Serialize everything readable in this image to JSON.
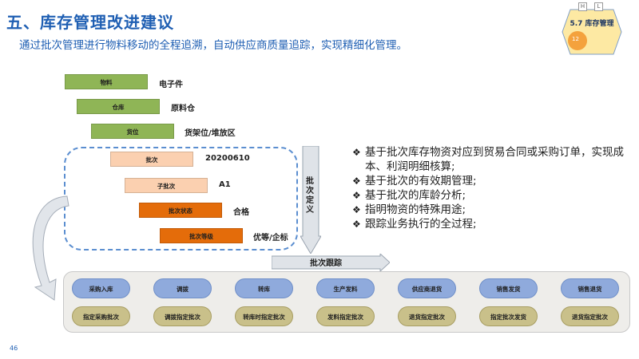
{
  "header": {
    "title": "五、库存管理改进建议",
    "subtitle": "通过批次管理进行物料移动的全程追溯，自动供应商质量追踪，实现精细化管理。"
  },
  "badge": {
    "tab_h": "H",
    "tab_l": "L",
    "label": "5.7 库存管理",
    "number": "12"
  },
  "hierarchy": [
    {
      "label": "物料",
      "value": "电子件"
    },
    {
      "label": "仓库",
      "value": "原料仓"
    },
    {
      "label": "货位",
      "value": "货架位/堆放区"
    },
    {
      "label": "批次",
      "value": "20200610"
    },
    {
      "label": "子批次",
      "value": "A1"
    },
    {
      "label": "批次状态",
      "value": "合格"
    },
    {
      "label": "批次等级",
      "value": "优等/企标"
    }
  ],
  "arrows": {
    "vertical_label": "批次定义",
    "horizontal_label": "批次跟踪"
  },
  "bullets": [
    "基于批次库存物资对应到贸易合同或采购订单，实现成本、利润明细核算;",
    "基于批次的有效期管理;",
    "基于批次的库龄分析;",
    "指明物资的特殊用途;",
    "跟踪业务执行的全过程;"
  ],
  "bullet_marker": "❖",
  "process": {
    "top": [
      "采购入库",
      "调拨",
      "转库",
      "生产发料",
      "供应商退货",
      "销售发货",
      "销售退货"
    ],
    "bottom": [
      "指定采购批次",
      "调拨指定批次",
      "转库时指定批次",
      "发料指定批次",
      "退货指定批次",
      "指定批次发货",
      "退货指定批次"
    ]
  },
  "colors": {
    "title_blue": "#1f5fb3",
    "green_bar": "#8fb556",
    "peach_bar": "#fbd0b0",
    "orange_bar": "#e46c0a",
    "pill_blue": "#8faadc",
    "pill_olive": "#c9c08a",
    "dashed_border": "#5b8ed0"
  },
  "page_number": "46"
}
